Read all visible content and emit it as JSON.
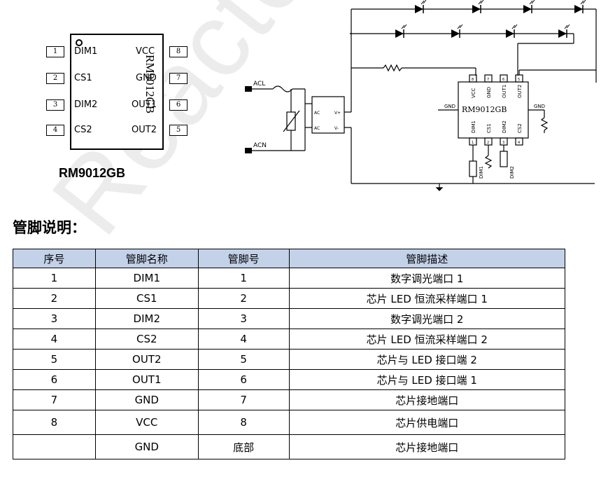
{
  "package": {
    "chip_name": "RM9012GB",
    "caption": "RM9012GB",
    "left_pins": [
      {
        "num": "1",
        "label": "DIM1"
      },
      {
        "num": "2",
        "label": "CS1"
      },
      {
        "num": "3",
        "label": "DIM2"
      },
      {
        "num": "4",
        "label": "CS2"
      }
    ],
    "right_pins": [
      {
        "num": "8",
        "label": "VCC"
      },
      {
        "num": "7",
        "label": "GND"
      },
      {
        "num": "6",
        "label": "OUT1"
      },
      {
        "num": "5",
        "label": "OUT2"
      }
    ]
  },
  "schematic": {
    "acl": "ACL",
    "acn": "ACN",
    "bridge_ac1": "AC",
    "bridge_ac2": "AC",
    "bridge_vp": "V+",
    "bridge_vm": "V-",
    "chip_name": "RM9012GB",
    "gnd_left": "GND",
    "gnd_right": "GND",
    "top_pins": [
      "VCC",
      "GND",
      "OUT1",
      "OUT2"
    ],
    "top_pin_nums": [
      "8",
      "7",
      "6",
      "5"
    ],
    "bottom_pins": [
      "DIM1",
      "CS1",
      "DIM2",
      "CS2"
    ],
    "bottom_pin_nums": [
      "1",
      "2",
      "3",
      "4"
    ],
    "dim1": "DIM1",
    "dim2": "DIM2"
  },
  "watermark": "Reactor-Tech",
  "section_heading": "管脚说明：",
  "table": {
    "headers": [
      "序号",
      "管脚名称",
      "管脚号",
      "管脚描述"
    ],
    "rows": [
      [
        "1",
        "DIM1",
        "1",
        "数字调光端口 1"
      ],
      [
        "2",
        "CS1",
        "2",
        "芯片 LED 恒流采样端口 1"
      ],
      [
        "3",
        "DIM2",
        "3",
        "数字调光端口 2"
      ],
      [
        "4",
        "CS2",
        "4",
        "芯片 LED 恒流采样端口 2"
      ],
      [
        "5",
        "OUT2",
        "5",
        "芯片与 LED 接口端 2"
      ],
      [
        "6",
        "OUT1",
        "6",
        "芯片与 LED 接口端 1"
      ],
      [
        "7",
        "GND",
        "7",
        "芯片接地端口"
      ],
      [
        "8",
        "VCC",
        "8",
        "芯片供电端口"
      ],
      [
        "",
        "GND",
        "底部",
        "芯片接地端口"
      ]
    ]
  }
}
